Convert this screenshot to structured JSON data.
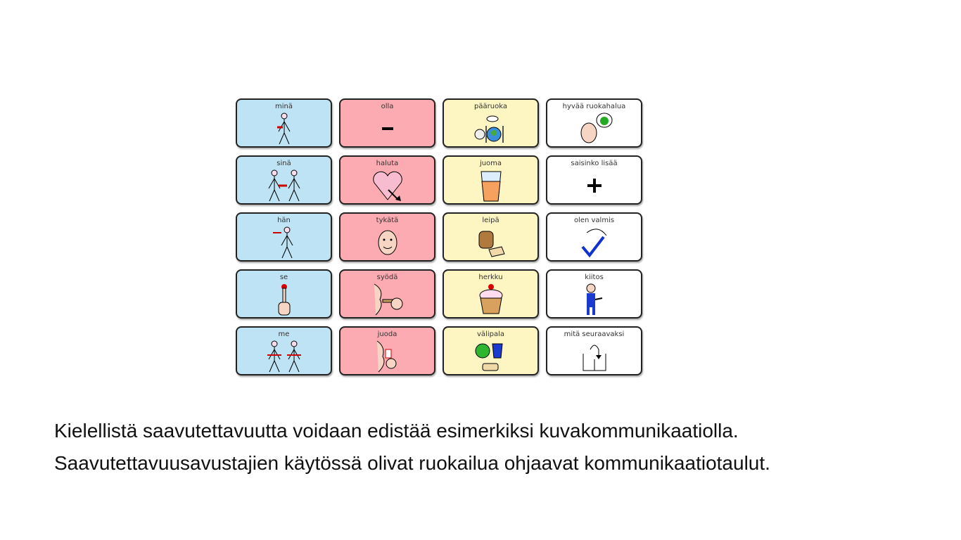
{
  "colors": {
    "pronoun": "#bde3f4",
    "verb": "#fdabb3",
    "food": "#fdf6c3",
    "phrase": "#ffffff"
  },
  "board": {
    "rows": [
      [
        {
          "label": "minä",
          "icon": "person-self-icon",
          "type": "pronoun"
        },
        {
          "label": "olla",
          "icon": "minus-icon",
          "type": "verb"
        },
        {
          "label": "pääruoka",
          "icon": "meal-plate-icon",
          "type": "food"
        },
        {
          "label": "hyvää ruokahalua",
          "icon": "face-thinking-apple-icon",
          "type": "phrase"
        }
      ],
      [
        {
          "label": "sinä",
          "icon": "person-pointing-other-icon",
          "type": "pronoun"
        },
        {
          "label": "haluta",
          "icon": "heart-arrow-icon",
          "type": "verb"
        },
        {
          "label": "juoma",
          "icon": "glass-juice-icon",
          "type": "food"
        },
        {
          "label": "saisinko lisää",
          "icon": "plus-icon",
          "type": "phrase"
        }
      ],
      [
        {
          "label": "hän",
          "icon": "person-pointed-icon",
          "type": "pronoun"
        },
        {
          "label": "tykätä",
          "icon": "smiling-face-icon",
          "type": "verb"
        },
        {
          "label": "leipä",
          "icon": "bread-icon",
          "type": "food"
        },
        {
          "label": "olen valmis",
          "icon": "checkmark-icon",
          "type": "phrase"
        }
      ],
      [
        {
          "label": "se",
          "icon": "pointing-finger-icon",
          "type": "pronoun"
        },
        {
          "label": "syödä",
          "icon": "eating-icon",
          "type": "verb"
        },
        {
          "label": "herkku",
          "icon": "cupcake-icon",
          "type": "food"
        },
        {
          "label": "kiitos",
          "icon": "person-thanks-icon",
          "type": "phrase"
        }
      ],
      [
        {
          "label": "me",
          "icon": "two-people-icon",
          "type": "pronoun"
        },
        {
          "label": "juoda",
          "icon": "drinking-icon",
          "type": "verb"
        },
        {
          "label": "välipala",
          "icon": "apple-cup-biscuit-icon",
          "type": "food"
        },
        {
          "label": "mitä seuraavaksi",
          "icon": "next-arrow-icon",
          "type": "phrase"
        }
      ]
    ]
  },
  "caption": "Kielellistä saavutettavuutta voidaan edistää esimerkiksi kuvakommunikaatiolla. Saavutettavuusavustajien käytössä olivat ruokailua ohjaavat kommunikaatiotaulut."
}
